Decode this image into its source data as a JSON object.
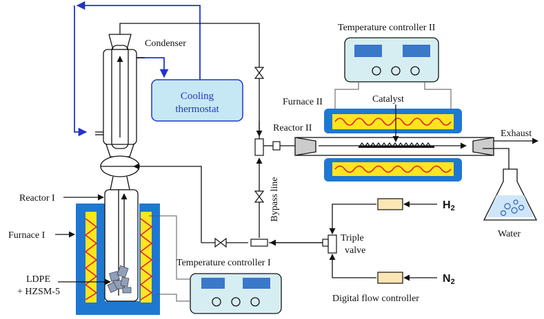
{
  "labels": {
    "condenser": "Condenser",
    "cooling_line1": "Cooling",
    "cooling_line2": "thermostat",
    "temp_controller_2": "Temperature controller II",
    "furnace_2": "Furnace II",
    "catalyst": "Catalyst",
    "reactor_2": "Reactor II",
    "exhaust": "Exhaust",
    "bypass_line": "Bypass line",
    "reactor_1": "Reactor I",
    "furnace_1": "Furnace I",
    "h2_prefix": "H",
    "h2_sub": "2",
    "n2_prefix": "N",
    "n2_sub": "2",
    "triple_valve_line1": "Triple",
    "triple_valve_line2": "valve",
    "water": "Water",
    "temp_controller_1": "Temperature controller I",
    "ldpe_line1": "LDPE",
    "ldpe_line2": "+ HZSM-5",
    "digital_flow_controller": "Digital flow controller"
  },
  "colors": {
    "furnace_blue": "#1e78d2",
    "heater_yellow": "#ffe51f",
    "coil_red": "#e02020",
    "controller_fill": "#d6eef2",
    "display_blue": "#3a78c8",
    "cooling_fill": "#c6e8f4",
    "cooling_line": "#2233cc",
    "flow_meter_fill": "#fbe6b5"
  }
}
